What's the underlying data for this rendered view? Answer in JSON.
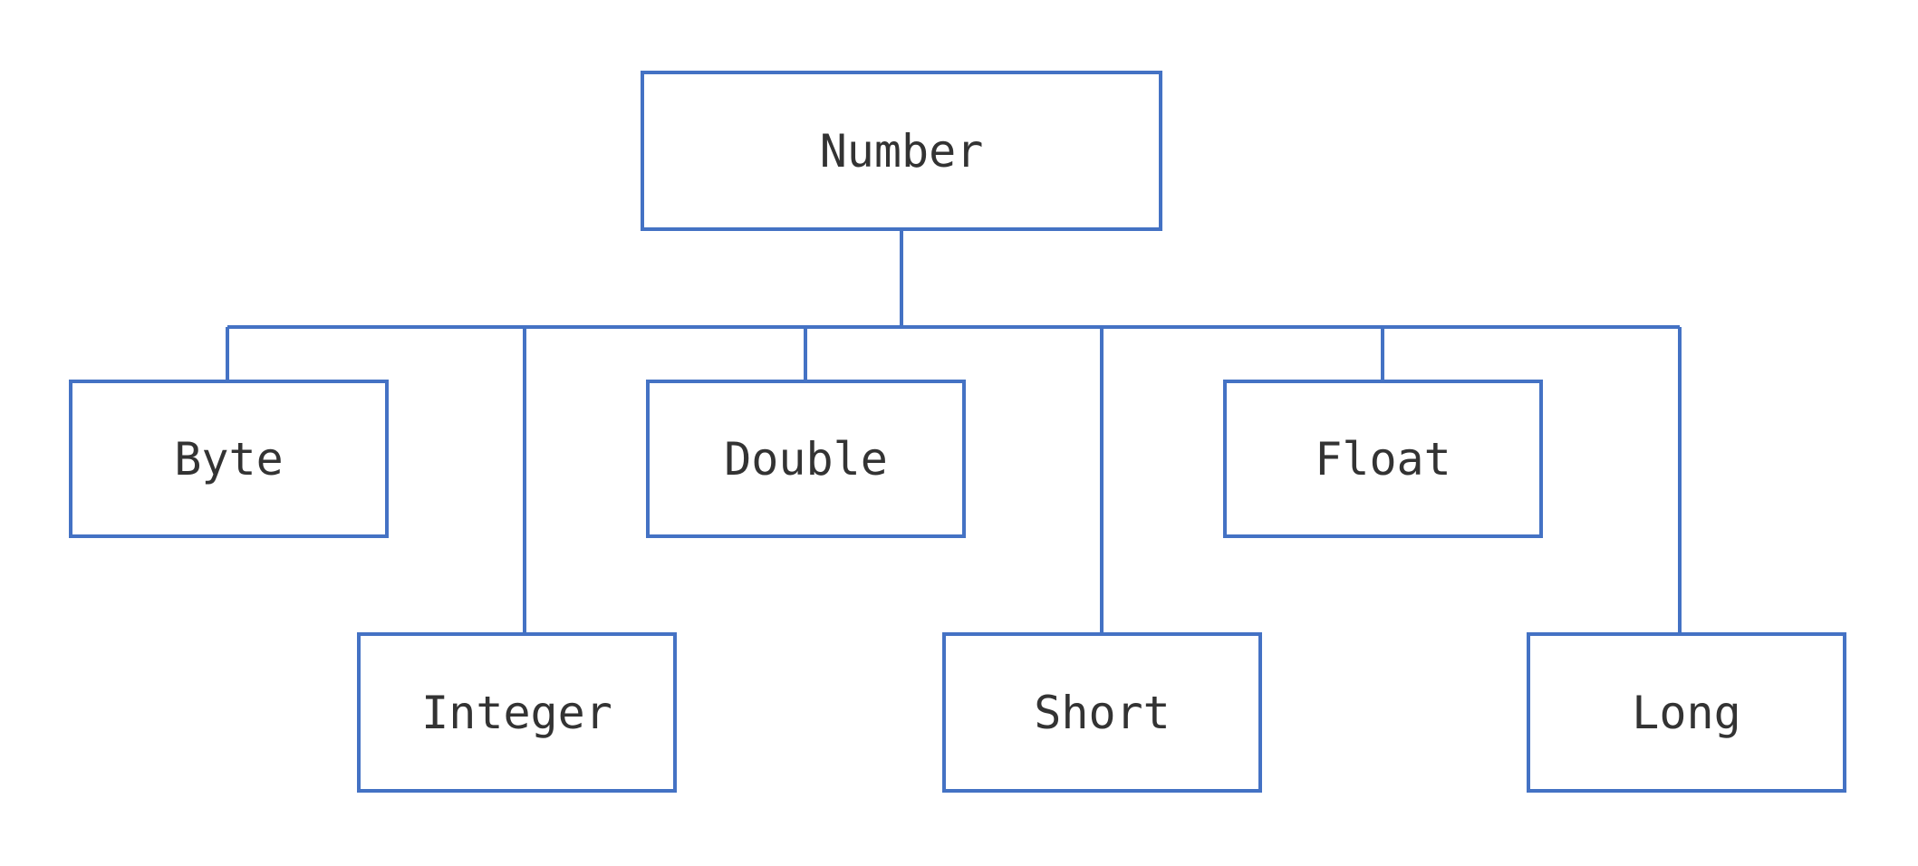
{
  "diagram": {
    "root": {
      "label": "Number"
    },
    "children": [
      {
        "label": "Byte"
      },
      {
        "label": "Integer"
      },
      {
        "label": "Double"
      },
      {
        "label": "Short"
      },
      {
        "label": "Float"
      },
      {
        "label": "Long"
      }
    ],
    "colors": {
      "border": "#4472c4",
      "text": "#333333",
      "background": "#ffffff"
    }
  }
}
